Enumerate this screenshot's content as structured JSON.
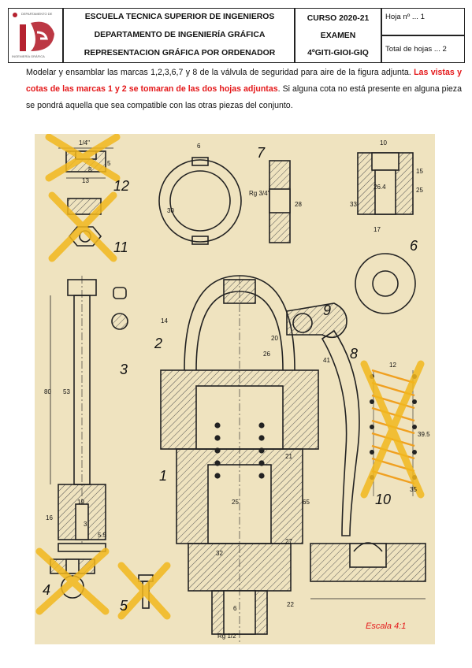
{
  "header": {
    "school": "ESCUELA TECNICA SUPERIOR DE INGENIEROS",
    "department": "DEPARTAMENTO DE INGENIERÍA GRÁFICA",
    "subject": "REPRESENTACION GRÁFICA POR ORDENADOR",
    "course_label": "CURSO 2020-21",
    "exam_label": "EXAMEN",
    "degrees": "4ºGITI-GIOI-GIQ",
    "sheet_label": "Hoja nº ... 1",
    "total_label": "Total de hojas ... 2",
    "logo_small_text": "DEPARTAMENTO DE",
    "logo_caption": "INGENIERÍA GRÁFICA"
  },
  "instructions": {
    "intro": "Modelar y ensamblar las marcas 1,2,3,6,7 y 8 de la válvula de seguridad para aire de la figura adjunta.",
    "highlight": "Las vistas y cotas de las marcas 1 y 2 se tomaran de las dos hojas adjuntas",
    "rest": ". Si alguna cota no está presente en alguna pieza se pondrá aquella que sea compatible con las otras piezas del conjunto."
  },
  "drawing": {
    "part_marks": [
      "12",
      "11",
      "3",
      "4",
      "5",
      "7",
      "6",
      "9",
      "8",
      "10",
      "2",
      "1"
    ],
    "dimensions": [
      "1/4\"",
      "8",
      "13",
      "5",
      "6",
      "10",
      "30",
      "28",
      "Rg 3/4\"",
      "26.4",
      "15",
      "25",
      "17",
      "33",
      "80",
      "53",
      "16",
      "19",
      "3",
      "14",
      "20",
      "26",
      "41",
      "27",
      "32",
      "65",
      "25",
      "12",
      "39.5",
      "35",
      "22",
      "6",
      "21",
      "Rg 1/2\"",
      "5.5"
    ],
    "scale_label": "Escala 4:1",
    "colors": {
      "paper": "#efe3bf",
      "line": "#222222",
      "hatch": "#555555",
      "highlight_red": "#e4181a",
      "cross_yellow": "#f2b81e",
      "spring_orange": "#f0a020"
    }
  }
}
